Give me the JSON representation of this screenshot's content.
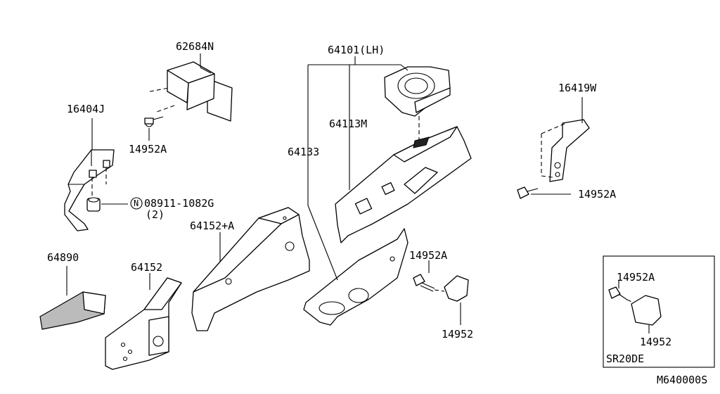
{
  "labels": {
    "p62684n": "62684N",
    "p16404j": "16404J",
    "p14952a_1": "14952A",
    "p08911": "08911-1082G",
    "p08911_qty": "(2)",
    "p08911_prefix": "N",
    "p64890": "64890",
    "p64152": "64152",
    "p64152a": "64152+A",
    "p64101": "64101(LH)",
    "p64113m": "64113M",
    "p64133": "64133",
    "p14952a_2": "14952A",
    "p14952_1": "14952",
    "p16419w": "16419W",
    "p14952a_3": "14952A",
    "p14952a_4": "14952A",
    "p14952_2": "14952",
    "inset_caption": "SR20DE",
    "diagram_code": "M640000S"
  }
}
